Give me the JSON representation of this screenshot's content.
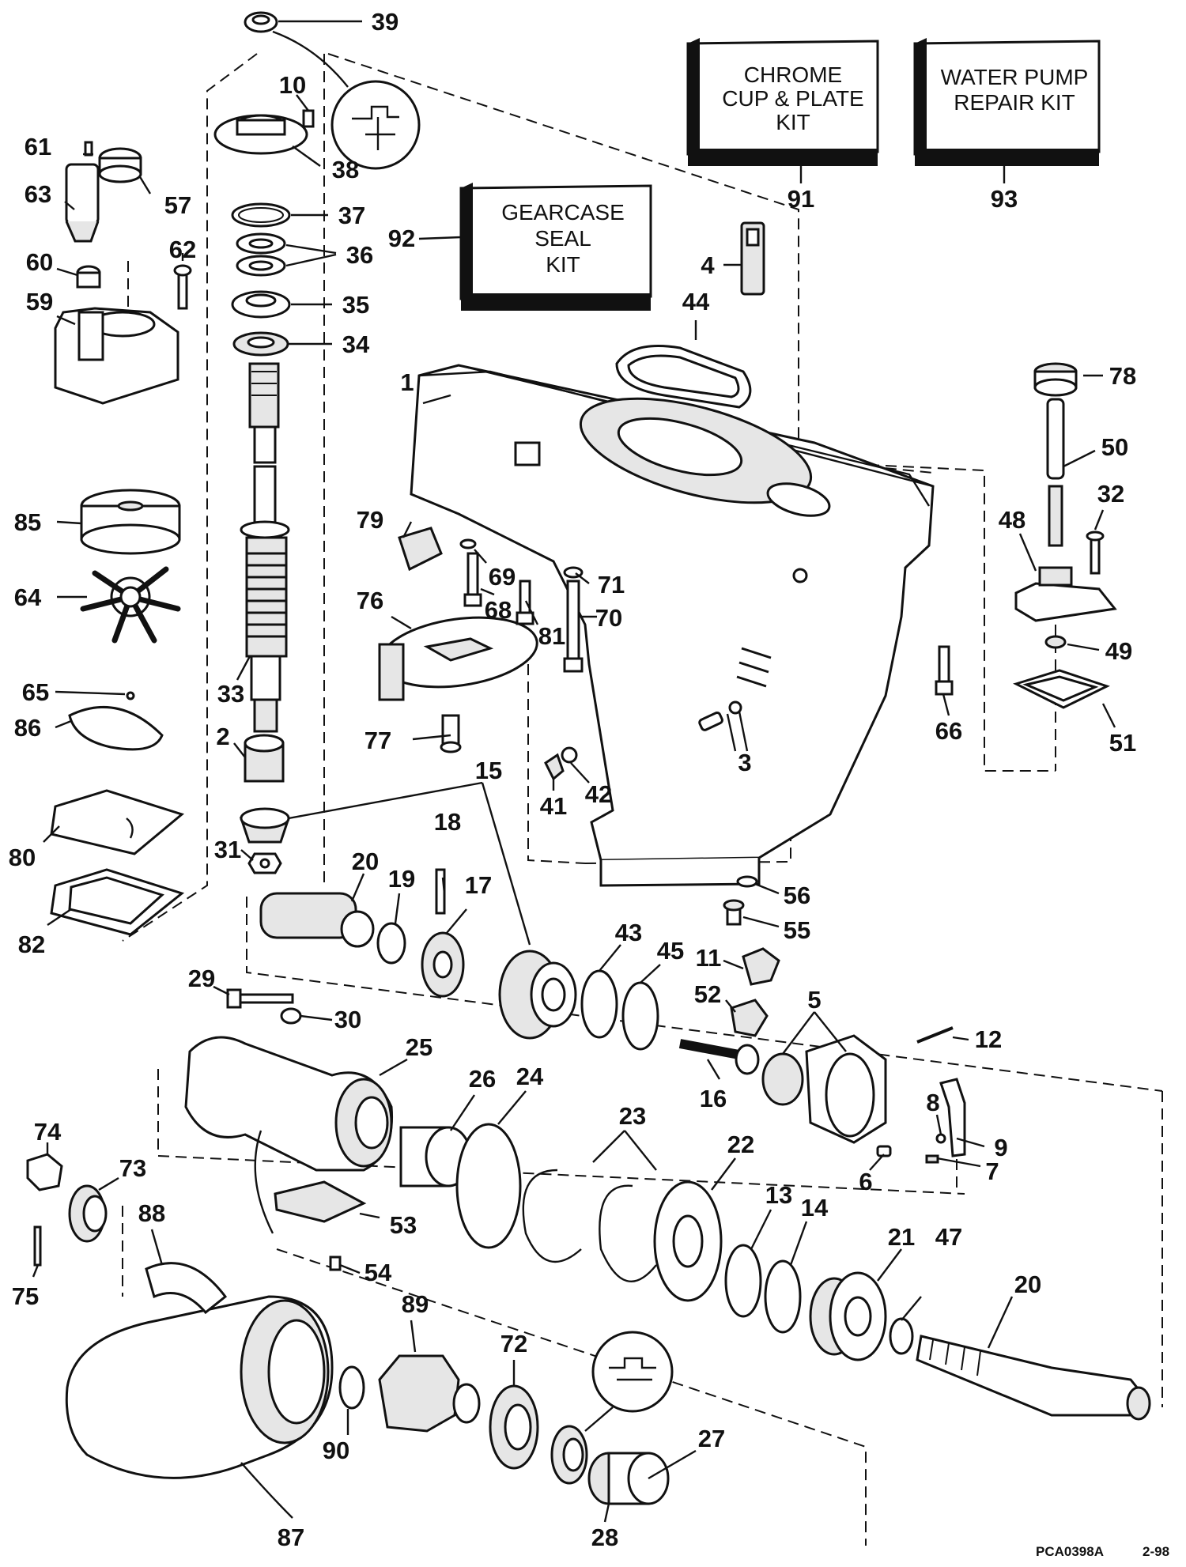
{
  "kits": {
    "chrome": {
      "lines": [
        "CHROME",
        "CUP & PLATE",
        "KIT"
      ],
      "number": "91"
    },
    "water_pump": {
      "lines": [
        "WATER PUMP",
        "REPAIR KIT"
      ],
      "number": "93"
    },
    "gearcase_seal": {
      "lines": [
        "GEARCASE",
        "SEAL",
        "KIT"
      ],
      "number": "92"
    }
  },
  "callouts": {
    "c1": "1",
    "c2": "2",
    "c3": "3",
    "c4": "4",
    "c5": "5",
    "c6": "6",
    "c7": "7",
    "c8": "8",
    "c9": "9",
    "c10": "10",
    "c11": "11",
    "c12": "12",
    "c13": "13",
    "c14": "14",
    "c15": "15",
    "c16": "16",
    "c17": "17",
    "c18": "18",
    "c19": "19",
    "c20a": "20",
    "c20b": "20",
    "c21": "21",
    "c22": "22",
    "c23": "23",
    "c24": "24",
    "c25": "25",
    "c26": "26",
    "c27": "27",
    "c28": "28",
    "c29": "29",
    "c30": "30",
    "c31": "31",
    "c32": "32",
    "c33": "33",
    "c34": "34",
    "c35": "35",
    "c36": "36",
    "c37": "37",
    "c38": "38",
    "c39": "39",
    "c41": "41",
    "c42": "42",
    "c43": "43",
    "c44": "44",
    "c45": "45",
    "c47": "47",
    "c48": "48",
    "c49": "49",
    "c50": "50",
    "c51": "51",
    "c52": "52",
    "c53": "53",
    "c54": "54",
    "c55": "55",
    "c56": "56",
    "c57": "57",
    "c59": "59",
    "c60": "60",
    "c61": "61",
    "c62": "62",
    "c63": "63",
    "c64": "64",
    "c65": "65",
    "c66": "66",
    "c68": "68",
    "c69": "69",
    "c70": "70",
    "c71": "71",
    "c72": "72",
    "c73": "73",
    "c74": "74",
    "c75": "75",
    "c76": "76",
    "c77": "77",
    "c78": "78",
    "c79": "79",
    "c80": "80",
    "c81": "81",
    "c82": "82",
    "c85": "85",
    "c86": "86",
    "c87": "87",
    "c88": "88",
    "c89": "89",
    "c90": "90"
  },
  "footer": {
    "code": "PCA0398A",
    "date": "2-98"
  }
}
